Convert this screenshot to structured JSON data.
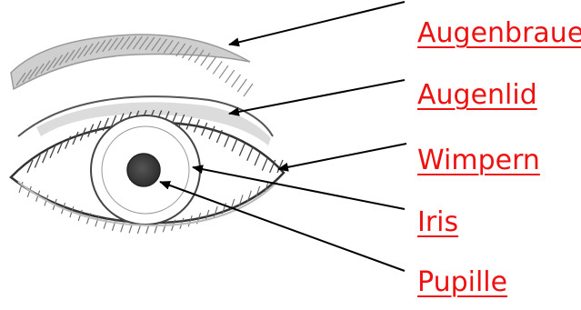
{
  "labels": [
    {
      "key": "eyebrow",
      "text": "Augenbraue"
    },
    {
      "key": "eyelid",
      "text": "Augenlid"
    },
    {
      "key": "lashes",
      "text": "Wimpern"
    },
    {
      "key": "iris",
      "text": "Iris"
    },
    {
      "key": "pupil",
      "text": "Pupille"
    }
  ],
  "colors": {
    "label": "#ee1111",
    "arrow": "#000000",
    "pencil_dark": "#333333",
    "pencil_mid": "#777777",
    "pencil_light": "#b5b5b5",
    "pupil_fill": "#444444"
  }
}
